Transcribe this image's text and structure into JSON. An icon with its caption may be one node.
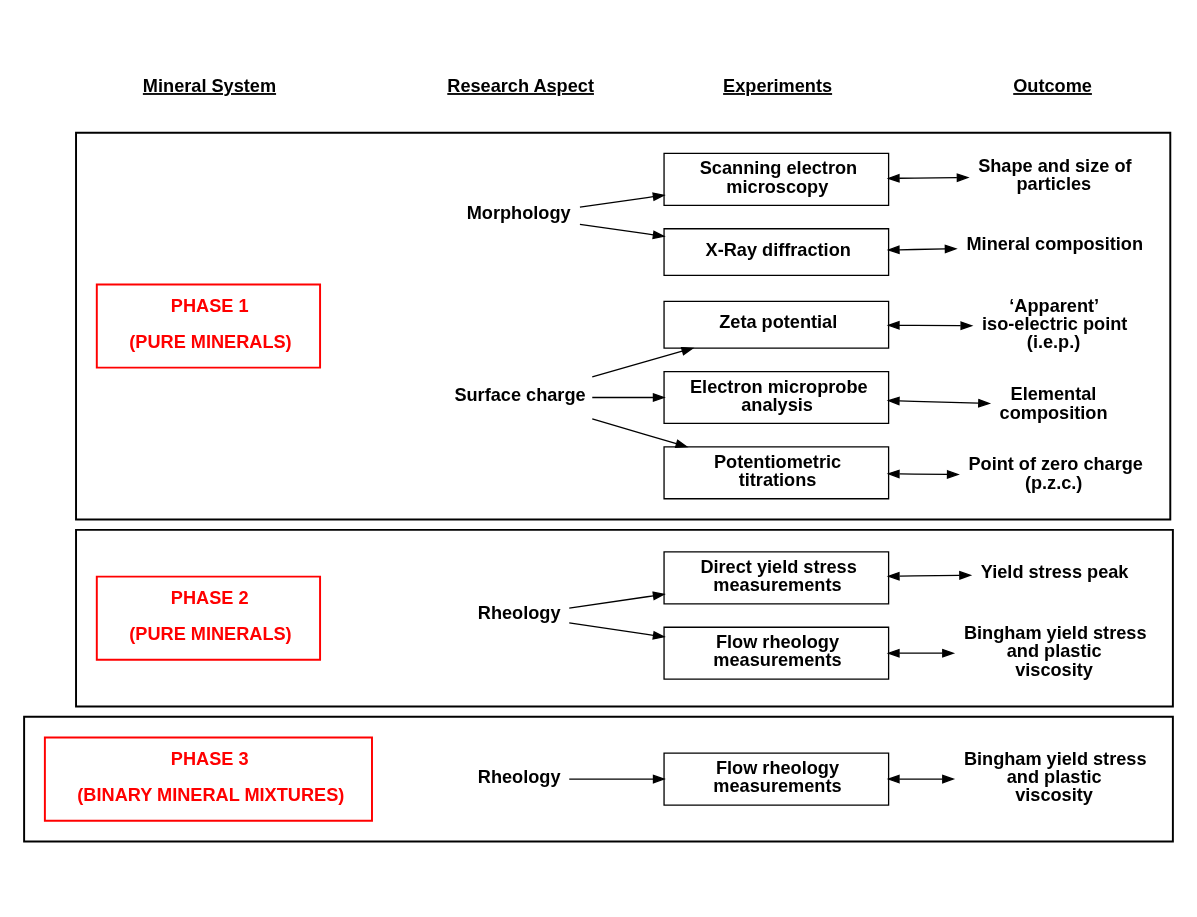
{
  "diagram": {
    "nodes": [
      {
        "text": [],
        "shape": "box"
      },
      {
        "text": [
          "PHASE 1",
          "(PURE MINERALS)"
        ],
        "in": 0
      },
      {
        "text": [
          "Surface charge"
        ],
        "in": 0
      },
      {
        "text": [
          "Morphology"
        ],
        "in": 0
      },
      {
        "text": [
          "Zeta potential"
        ],
        "in": 0
      },
      {
        "text": [
          "Electron microprobe analysis"
        ],
        "in": 0
      },
      {
        "text": [
          "Potentiometric titrations"
        ],
        "in": 0
      },
      {
        "text": [
          "Scanning electron microscopy"
        ],
        "in": 0
      },
      {
        "text": [
          "X-Ray diffraction"
        ],
        "in": 0
      },
      {
        "text": [
          "‘Apparent’ iso-electric point (i.e.p.)"
        ],
        "in": 0
      },
      {
        "text": [
          "Elemental composition"
        ],
        "in": 0
      },
      {
        "text": [
          "Point of zero charge (p.z.c.)"
        ],
        "in": 0
      },
      {
        "text": [
          "Shape and size of particles"
        ],
        "in": 0
      },
      {
        "text": [
          "Mineral composition"
        ],
        "in": 0
      },
      {
        "text": [],
        "shape": "box"
      },
      {
        "text": [
          "PHASE 2",
          "(PURE MINERALS)"
        ],
        "in": 14
      },
      {
        "text": [
          "Rheology"
        ],
        "in": 14
      },
      {
        "text": [
          "Direct yield stress measurements"
        ],
        "in": 14
      },
      {
        "text": [
          "Flow rheology measurements"
        ],
        "in": 14
      },
      {
        "text": [
          "Yield stress peak"
        ],
        "in": 14
      },
      {
        "text": [
          "Bingham yield stress and plastic viscosity"
        ],
        "in": 14
      },
      {
        "text": [],
        "shape": "box"
      },
      {
        "text": [
          "PHASE 3",
          "(BINARY MINERAL MIXTURES)"
        ],
        "in": 21
      },
      {
        "text": [
          "Rheology"
        ],
        "in": 21
      },
      {
        "text": [
          "Flow rheology measurements"
        ],
        "in": 21
      },
      {
        "text": [
          "Bingham yield stress and plastic viscosity"
        ],
        "in": 21
      }
    ],
    "edges": [
      {
        "from": 2,
        "to": 4,
        "arrow": "to"
      },
      {
        "from": 2,
        "to": 5,
        "arrow": "to"
      },
      {
        "from": 2,
        "to": 6,
        "arrow": "to"
      },
      {
        "from": 4,
        "to": 9,
        "arrow": "both"
      },
      {
        "from": 5,
        "to": 10,
        "arrow": "both"
      },
      {
        "from": 6,
        "to": 11,
        "arrow": "both"
      },
      {
        "from": 3,
        "to": 7,
        "arrow": "to"
      },
      {
        "from": 3,
        "to": 8,
        "arrow": "to"
      },
      {
        "from": 7,
        "to": 12,
        "arrow": "both"
      },
      {
        "from": 8,
        "to": 13,
        "arrow": "both"
      },
      {
        "from": 16,
        "to": 17,
        "arrow": "to"
      },
      {
        "from": 16,
        "to": 18,
        "arrow": "to"
      },
      {
        "from": 17,
        "to": 19,
        "arrow": "both"
      },
      {
        "from": 18,
        "to": 20,
        "arrow": "both"
      },
      {
        "from": 23,
        "to": 24,
        "arrow": "to"
      },
      {
        "from": 24,
        "to": 25,
        "arrow": "both"
      }
    ],
    "labels": [
      "Mineral System",
      "Research Aspect",
      "Experiments",
      "Outcome"
    ]
  }
}
